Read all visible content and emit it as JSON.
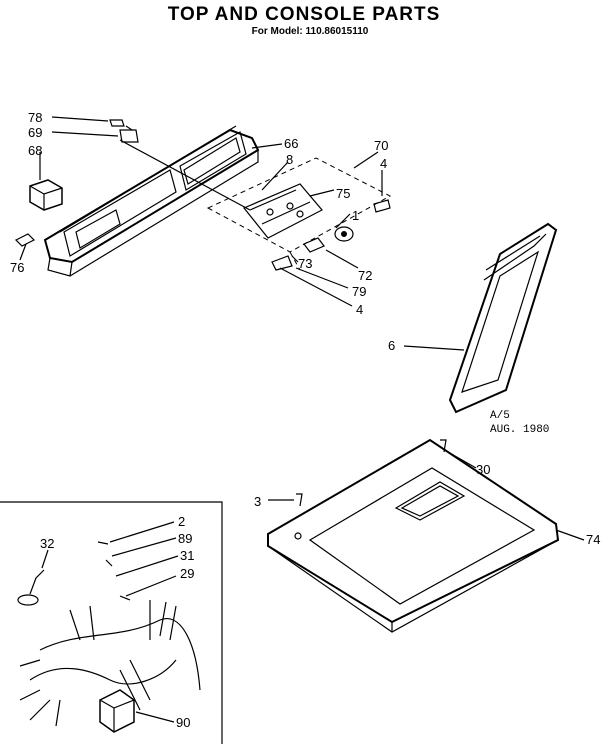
{
  "header": {
    "title": "TOP AND CONSOLE PARTS",
    "subtitle": "For Model: 110.86015110"
  },
  "stamp": {
    "line1": "A/5",
    "line2": "AUG. 1980"
  },
  "part_labels": [
    "78",
    "69",
    "68",
    "76",
    "66",
    "8",
    "70",
    "4",
    "75",
    "1",
    "72",
    "73",
    "79",
    "4",
    "6",
    "30",
    "3",
    "74",
    "2",
    "89",
    "31",
    "29",
    "32",
    "90"
  ]
}
